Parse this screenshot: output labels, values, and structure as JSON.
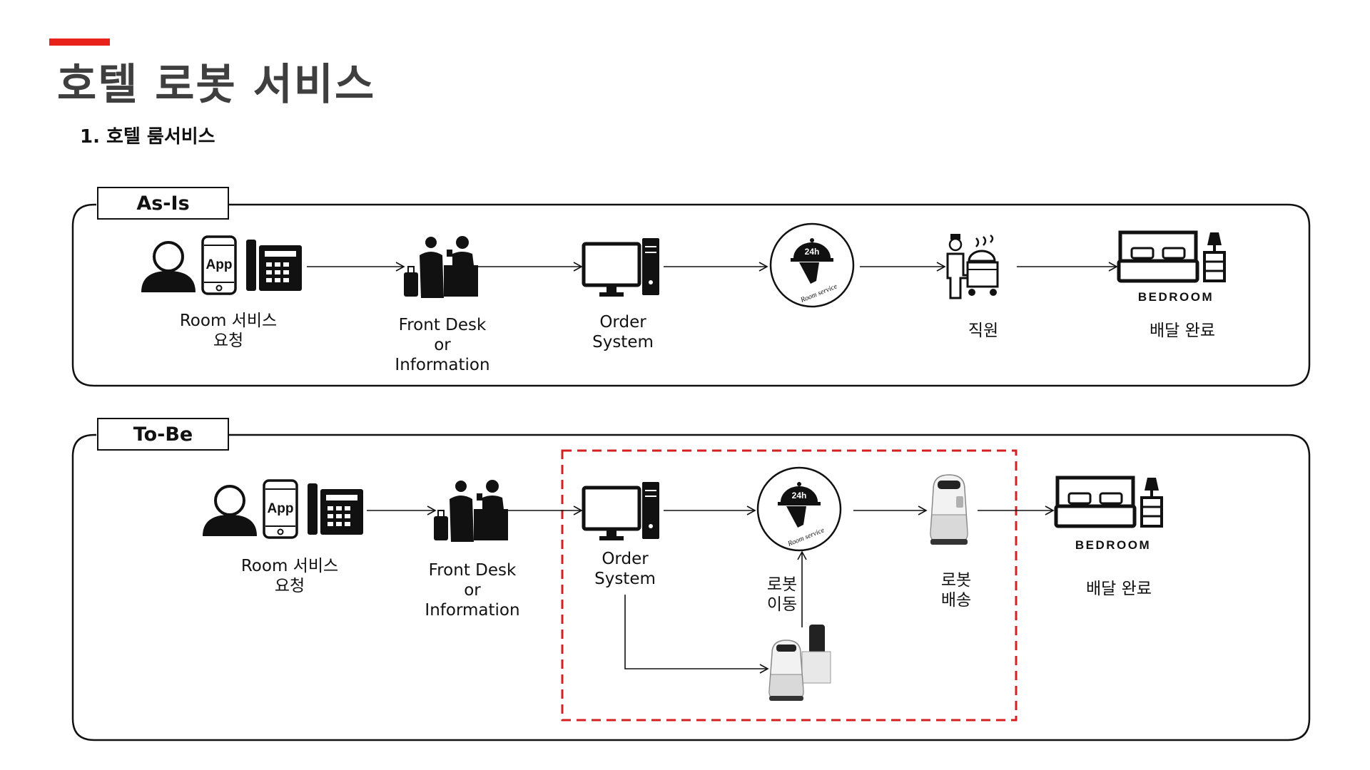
{
  "header": {
    "title": "호텔 로봇 서비스",
    "subtitle": "1. 호텔 룸서비스",
    "accent_color": "#e8221b"
  },
  "as_is": {
    "tag": "As-Is",
    "steps": [
      {
        "label": "Room 서비스\n요청",
        "icons": [
          "person-icon",
          "app-phone-icon",
          "desk-phone-icon"
        ],
        "app_text": "App"
      },
      {
        "label": "Front Desk\nor\nInformation",
        "icons": [
          "front-desk-icon"
        ]
      },
      {
        "label": "Order\nSystem",
        "icons": [
          "computer-icon"
        ]
      },
      {
        "label": "",
        "icons": [
          "room-service-24h-icon"
        ],
        "badge_text": "24h",
        "badge_caption": "Room service"
      },
      {
        "label": "직원",
        "icons": [
          "staff-cart-icon"
        ]
      },
      {
        "label": "배달 완료",
        "icons": [
          "bedroom-icon"
        ],
        "icon_text": "BEDROOM"
      }
    ]
  },
  "to_be": {
    "tag": "To-Be",
    "steps": [
      {
        "label": "Room 서비스\n요청",
        "icons": [
          "person-icon",
          "app-phone-icon",
          "desk-phone-icon"
        ],
        "app_text": "App"
      },
      {
        "label": "Front Desk\nor\nInformation",
        "icons": [
          "front-desk-icon"
        ]
      },
      {
        "label": "Order\nSystem",
        "icons": [
          "computer-icon"
        ]
      },
      {
        "label": "로봇\n이동",
        "icons": [
          "room-service-24h-icon"
        ],
        "badge_text": "24h",
        "badge_caption": "Room service"
      },
      {
        "label": "로봇\n배송",
        "icons": [
          "delivery-robot-icon"
        ]
      },
      {
        "label": "배달 완료",
        "icons": [
          "bedroom-icon"
        ],
        "icon_text": "BEDROOM"
      }
    ],
    "robot_station_icon": "robot-charging-station-icon",
    "highlight_color": "#d42020"
  }
}
